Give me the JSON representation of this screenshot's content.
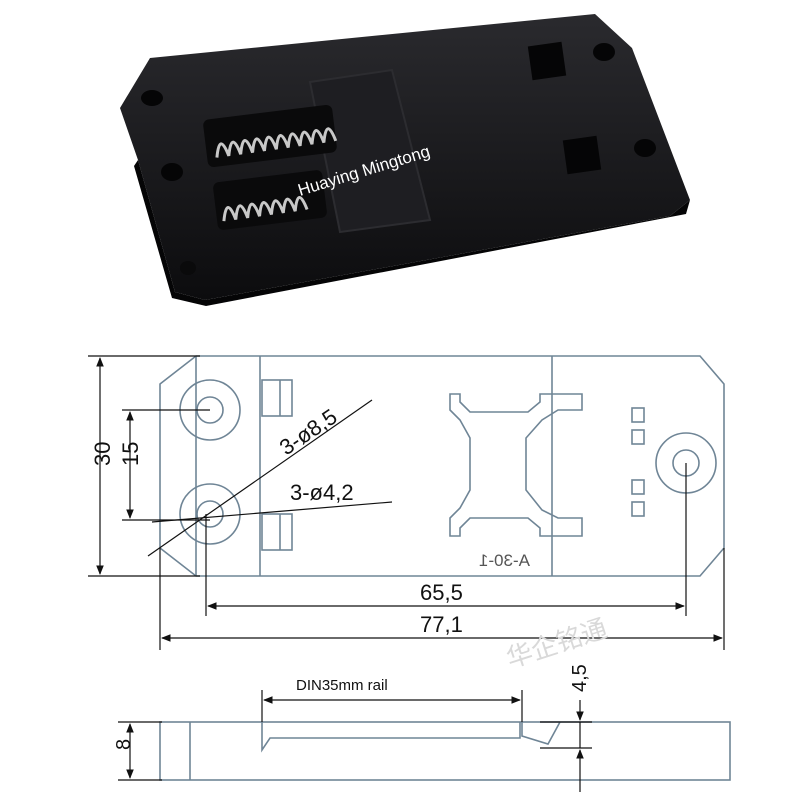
{
  "photo": {
    "watermark_text": "Huaying Mingtong",
    "colors": {
      "body": "#161618",
      "spring": "#b9b9b9",
      "text": "#ffffff"
    }
  },
  "drawing": {
    "colors": {
      "outline": "#6f8596",
      "dim": "#111111",
      "watermark": "#d9d9d9"
    },
    "top_view": {
      "dim_height": "30",
      "dim_pitch": "15",
      "dim_big_hole": "3-ø8,5",
      "dim_small_hole": "3-ø4,2",
      "dim_hole_span": "65,5",
      "dim_total_length": "77,1",
      "part_code": "A-30-1"
    },
    "side_view": {
      "rail_label": "DIN35mm rail",
      "dim_depth": "4,5",
      "dim_thickness": "8"
    },
    "watermark_cn": "华企铭通"
  }
}
